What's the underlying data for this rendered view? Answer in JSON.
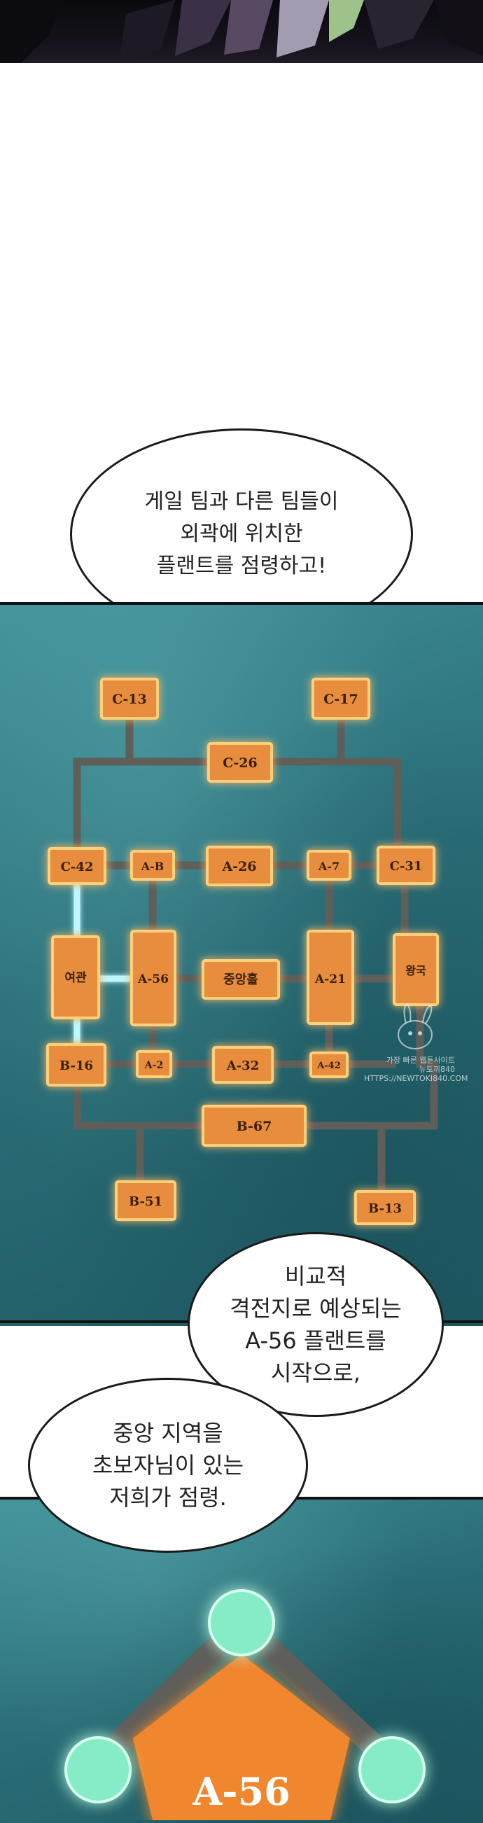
{
  "bubbles": {
    "b1": "게일 팀과 다른 팀들이\n외곽에 위치한\n플랜트를 점령하고!",
    "b2": "비교적\n격전지로 예상되는\nA-56 플랜트를\n시작으로,",
    "b3": "중앙 지역을\n초보자님이 있는\n저희가 점령."
  },
  "map": {
    "nodes": {
      "c13": "C-13",
      "c17": "C-17",
      "c26": "C-26",
      "c42": "C-42",
      "ab": "A-B",
      "a26": "A-26",
      "a7": "A-7",
      "c31": "C-31",
      "yeogwan": "여관",
      "a56": "A-56",
      "jungang": "중앙홀",
      "a21": "A-21",
      "wangguk": "왕국",
      "a2": "A-2",
      "a32": "A-32",
      "a42": "A-42",
      "b16": "B-16",
      "b67": "B-67",
      "b51": "B-51",
      "b13": "B-13"
    }
  },
  "watermark": {
    "line1": "가장 빠른 웹툰사이트",
    "line2": "뉴토끼840",
    "line3": "HTTPS://NEWTOKI840.COM"
  },
  "pentagon": {
    "label": "A-56"
  },
  "colors": {
    "teal": "#2b6f78",
    "node_orange": "#e88c3c",
    "node_glow": "#ffcf7a",
    "path_gray": "#5e5e5a",
    "path_cyan": "#bff6ff",
    "vertex_mint": "#86ecc8"
  }
}
